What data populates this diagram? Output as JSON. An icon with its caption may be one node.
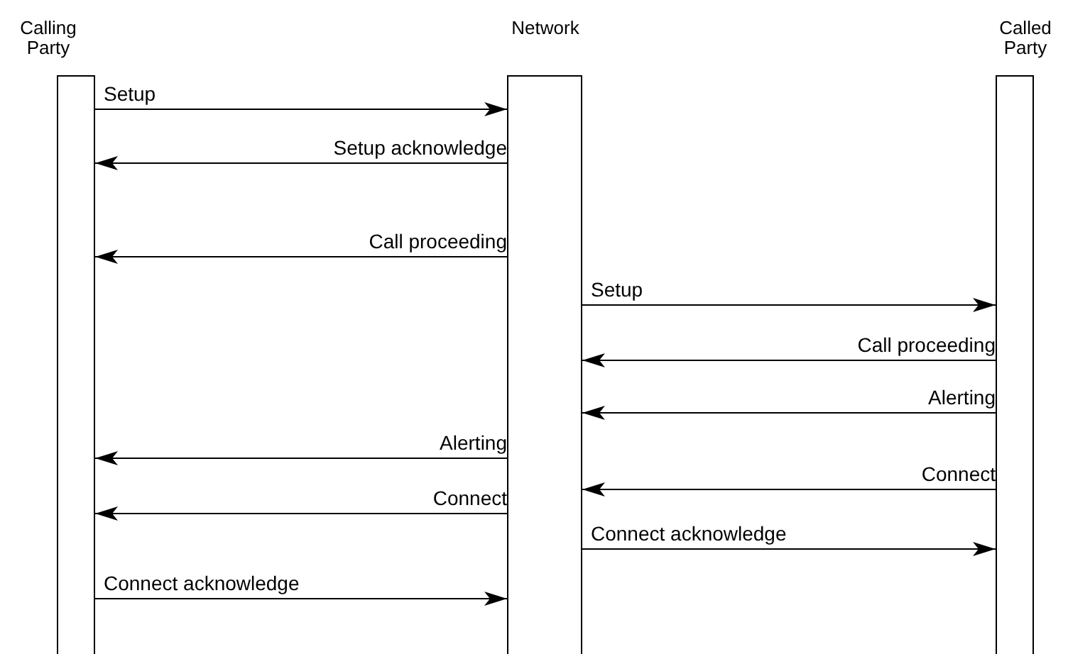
{
  "diagram": {
    "nodes": [
      {
        "text": [
          "Calling Party"
        ]
      },
      {
        "text": [
          "Network"
        ]
      },
      {
        "text": [
          "Called Party"
        ]
      }
    ],
    "edges": [
      {
        "from": 0,
        "to": 1,
        "arrow": "to",
        "label": "Setup"
      },
      {
        "from": 1,
        "to": 0,
        "arrow": "to",
        "label": "Setup acknowledge"
      },
      {
        "from": 1,
        "to": 0,
        "arrow": "to",
        "label": "Call proceeding"
      },
      {
        "from": 1,
        "to": 2,
        "arrow": "to",
        "label": "Setup"
      },
      {
        "from": 2,
        "to": 1,
        "arrow": "to",
        "label": "Call proceeding"
      },
      {
        "from": 2,
        "to": 1,
        "arrow": "to",
        "label": "Alerting"
      },
      {
        "from": 1,
        "to": 0,
        "arrow": "to",
        "label": "Alerting"
      },
      {
        "from": 2,
        "to": 1,
        "arrow": "to",
        "label": "Connect"
      },
      {
        "from": 1,
        "to": 0,
        "arrow": "to",
        "label": "Connect"
      },
      {
        "from": 1,
        "to": 2,
        "arrow": "to",
        "label": "Connect acknowledge"
      },
      {
        "from": 0,
        "to": 1,
        "arrow": "to",
        "label": "Connect acknowledge"
      }
    ]
  }
}
